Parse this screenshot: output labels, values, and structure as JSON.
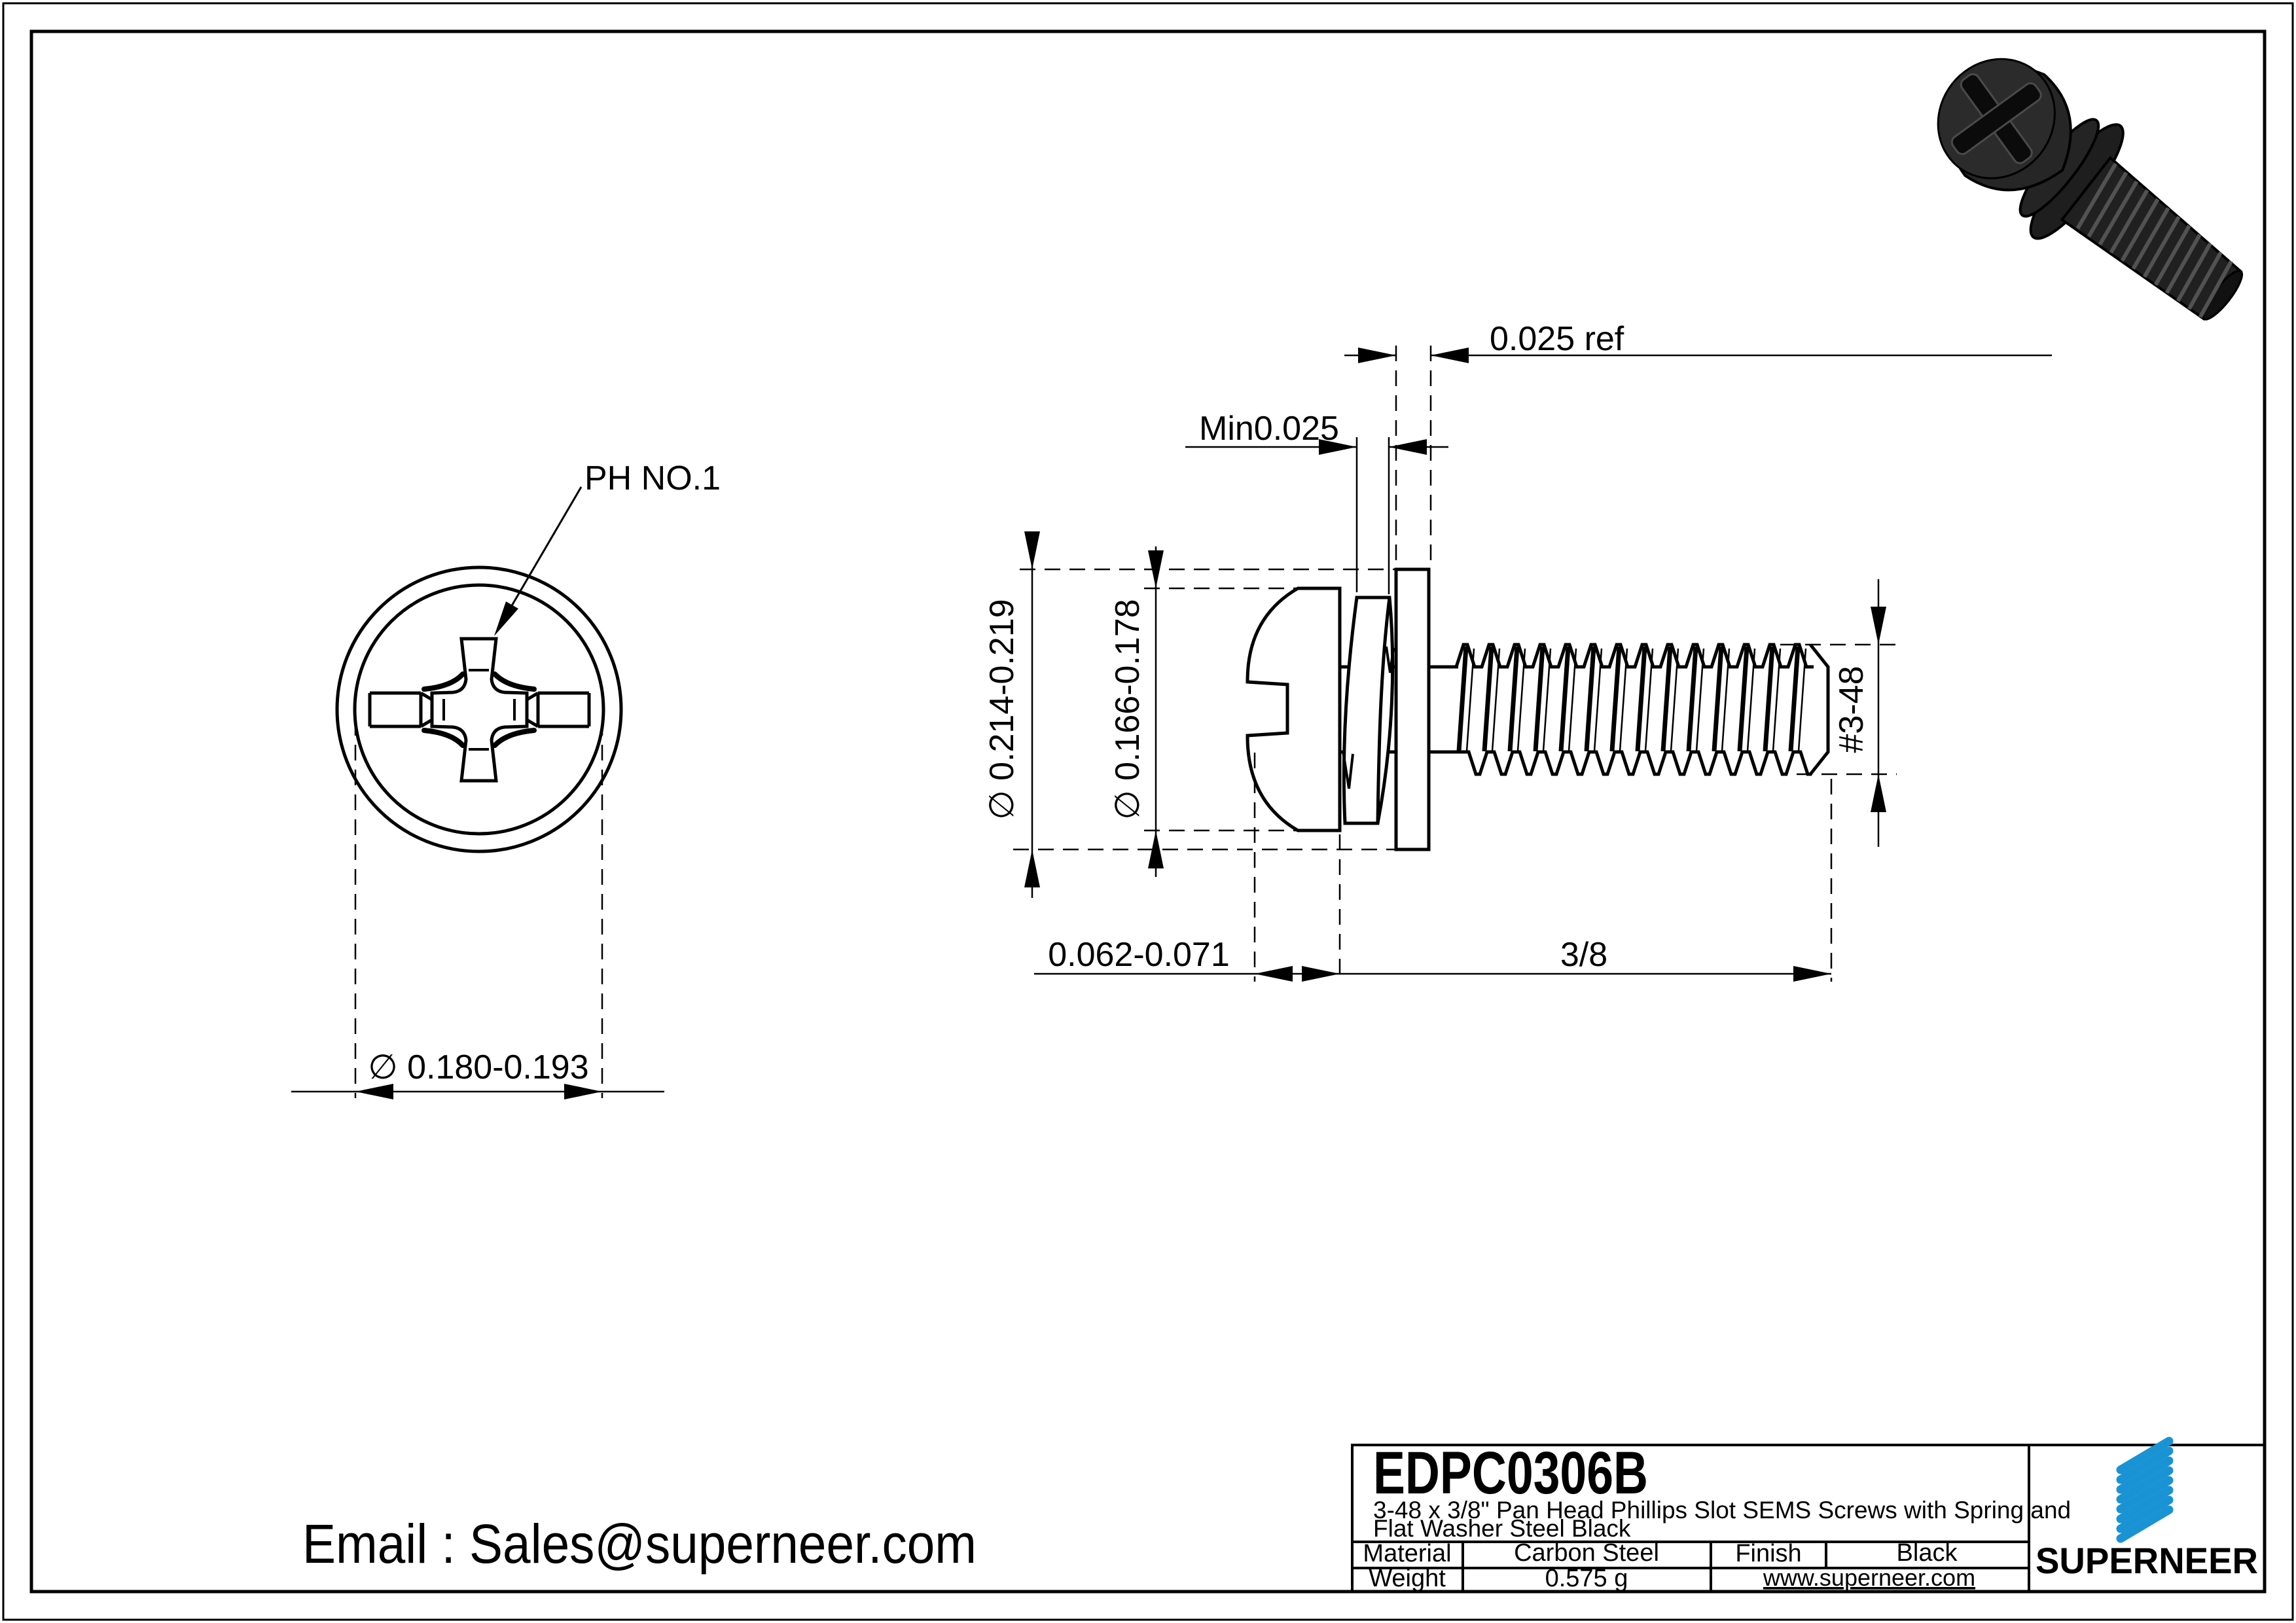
{
  "colors": {
    "line": "#000000",
    "accent": "#1a93d4",
    "link": "#1f7fd0",
    "screw_dark": "#1d1d1d",
    "screw_mid": "#2b2b2b",
    "screw_light": "#555555"
  },
  "front_view": {
    "drive_label": "PH NO.1",
    "head_diameter": "∅ 0.180-0.193"
  },
  "side_view": {
    "washer_thickness_ref": "0.025 ref",
    "spring_washer_min": "Min0.025",
    "flat_washer_od": "∅ 0.214-0.219",
    "spring_washer_od": "∅ 0.166-0.178",
    "head_height": "0.062-0.071",
    "thread_length": "3/8",
    "thread_spec": "#3-48"
  },
  "footer": {
    "email": "Email : Sales@superneer.com"
  },
  "title_block": {
    "part_number": "EDPC0306B",
    "description_line1": "3-48 x 3/8\" Pan Head Phillips Slot SEMS Screws with Spring and",
    "description_line2": "Flat Washer Steel Black",
    "material_label": "Material",
    "material_value": "Carbon Steel",
    "finish_label": "Finish",
    "finish_value": "Black",
    "weight_label": "Weight",
    "weight_value": "0.575 g",
    "website": "www.superneer.com",
    "brand": "SUPERNEER"
  }
}
